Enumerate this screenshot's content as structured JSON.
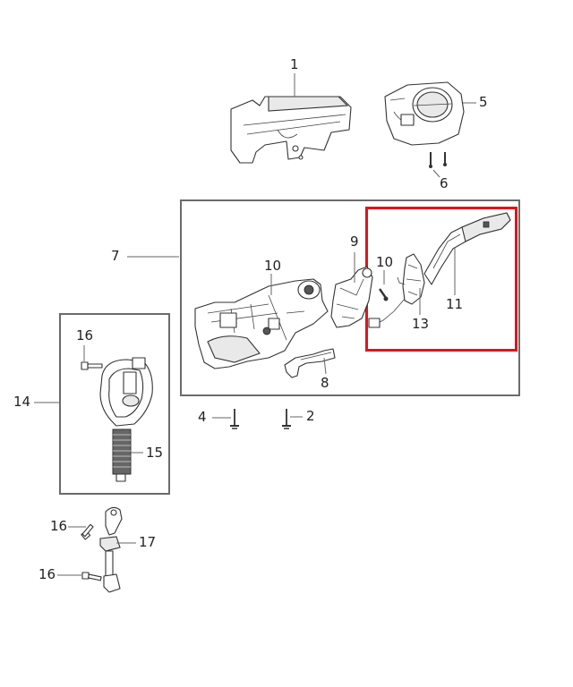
{
  "diagram": {
    "type": "exploded-parts-diagram",
    "subject": "steering column assembly",
    "highlight_color": "#e0141b",
    "frame_color": "#6b6b6b"
  },
  "callouts": {
    "c1": "1",
    "c2": "2",
    "c4": "4",
    "c5": "5",
    "c6": "6",
    "c7": "7",
    "c8": "8",
    "c9": "9",
    "c10a": "10",
    "c10b": "10",
    "c11": "11",
    "c13": "13",
    "c14": "14",
    "c15": "15",
    "c16a": "16",
    "c16b": "16",
    "c16c": "16",
    "c17": "17"
  },
  "groups": {
    "assembly_7": {
      "label": "7",
      "contains": [
        "8",
        "9",
        "10",
        "10",
        "11",
        "13"
      ]
    },
    "highlighted": {
      "contains": [
        "10",
        "11",
        "13"
      ]
    },
    "assembly_14": {
      "label": "14",
      "contains": [
        "15",
        "16"
      ]
    }
  }
}
